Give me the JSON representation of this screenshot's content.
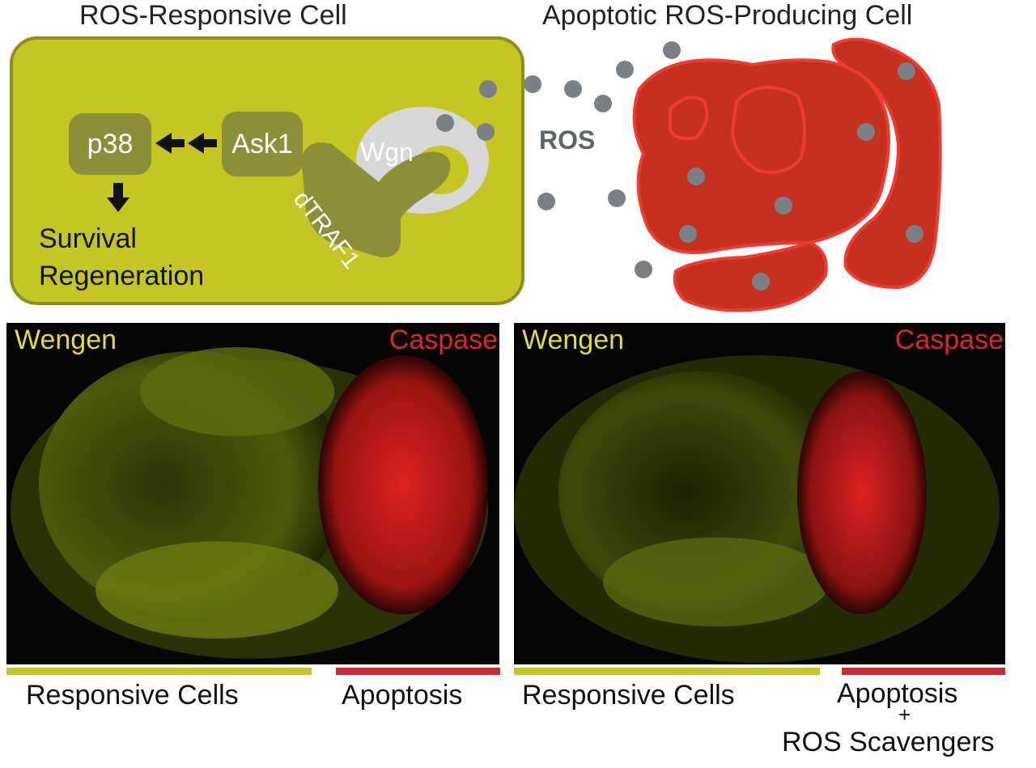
{
  "titles": {
    "responsive_cell": "ROS-Responsive Cell",
    "apoptotic_cell": "Apoptotic ROS-Producing Cell"
  },
  "pathway": {
    "p38": "p38",
    "ask1": "Ask1",
    "dtraf1": "dTRAF1",
    "wgn": "Wgn",
    "outcome_line1": "Survival",
    "outcome_line2": "Regeneration"
  },
  "ros_label": "ROS",
  "panels": [
    {
      "left_label": "Wengen",
      "right_label": "Caspase"
    },
    {
      "left_label": "Wengen",
      "right_label": "Caspase"
    }
  ],
  "captions": {
    "responsive_1": "Responsive Cells",
    "apoptosis_1": "Apoptosis",
    "responsive_2": "Responsive Cells",
    "apoptosis_2_line1": "Apoptosis",
    "apoptosis_2_plus": "+",
    "apoptosis_2_line2": "ROS Scavengers"
  },
  "colors": {
    "responsive_yellow": "#c5c621",
    "apoptosis_red": "#d7262f",
    "wengen_text": "#e3dc3a",
    "caspase_text": "#e3232b",
    "ros_dot": "#7b8086"
  }
}
